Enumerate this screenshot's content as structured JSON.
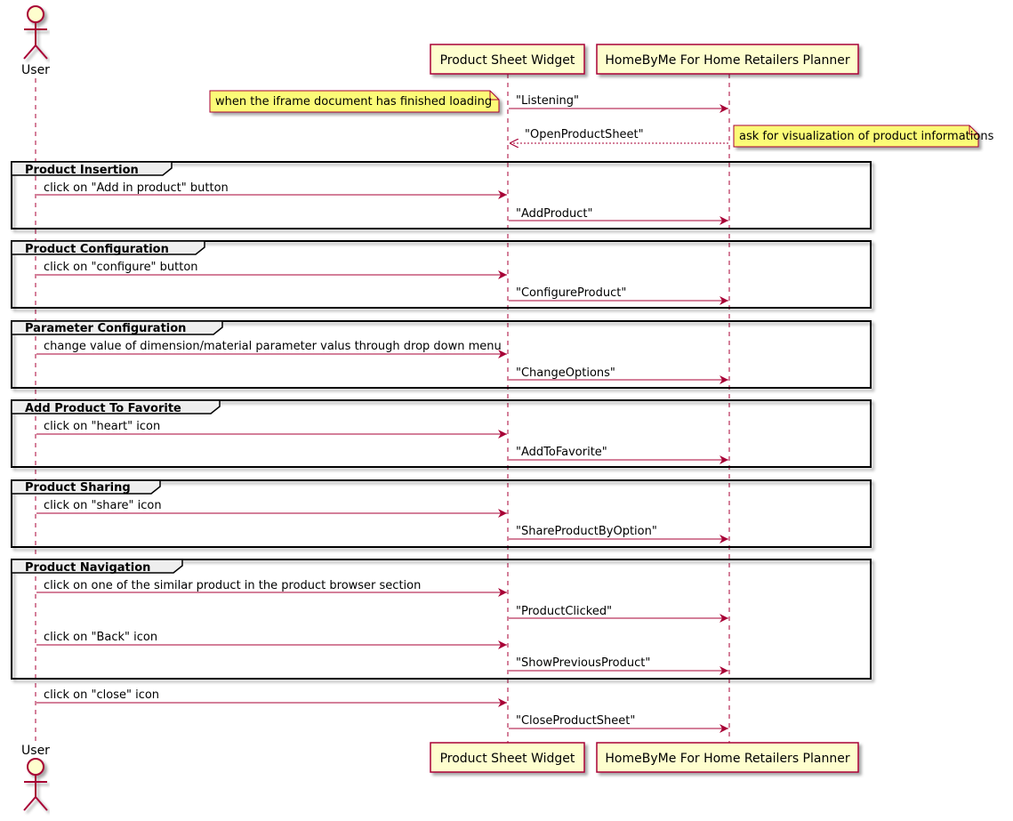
{
  "participants": {
    "user": "User",
    "widget": "Product Sheet Widget",
    "planner": "HomeByMe For Home Retailers Planner"
  },
  "notes": {
    "loading": "when the iframe document has finished loading",
    "visualization": "ask for visualization of product informations"
  },
  "messages": {
    "listening": "\"Listening\"",
    "open_product_sheet": "\"OpenProductSheet\"",
    "close_click": "click on \"close\" icon",
    "close_product_sheet": "\"CloseProductSheet\""
  },
  "groups": [
    {
      "title": "Product Insertion",
      "user_msg": "click on \"Add in product\" button",
      "widget_msg": "\"AddProduct\""
    },
    {
      "title": "Product Configuration",
      "user_msg": "click on \"configure\" button",
      "widget_msg": "\"ConfigureProduct\""
    },
    {
      "title": "Parameter Configuration",
      "user_msg": "change value of dimension/material parameter valus through drop down menu",
      "widget_msg": "\"ChangeOptions\""
    },
    {
      "title": "Add Product To Favorite",
      "user_msg": "click on \"heart\" icon",
      "widget_msg": "\"AddToFavorite\""
    },
    {
      "title": "Product Sharing",
      "user_msg": "click on \"share\" icon",
      "widget_msg": "\"ShareProductByOption\""
    },
    {
      "title": "Product Navigation",
      "user_msg": "click on one of the similar product in the product browser section",
      "widget_msg": "\"ProductClicked\"",
      "user_msg_2": "click on \"Back\" icon",
      "widget_msg_2": "\"ShowPreviousProduct\""
    }
  ],
  "colors": {
    "line": "#A80036",
    "participant_fill": "#FEFECE",
    "note_fill": "#FBFB77",
    "group_header_fill": "#EEEEEE"
  }
}
